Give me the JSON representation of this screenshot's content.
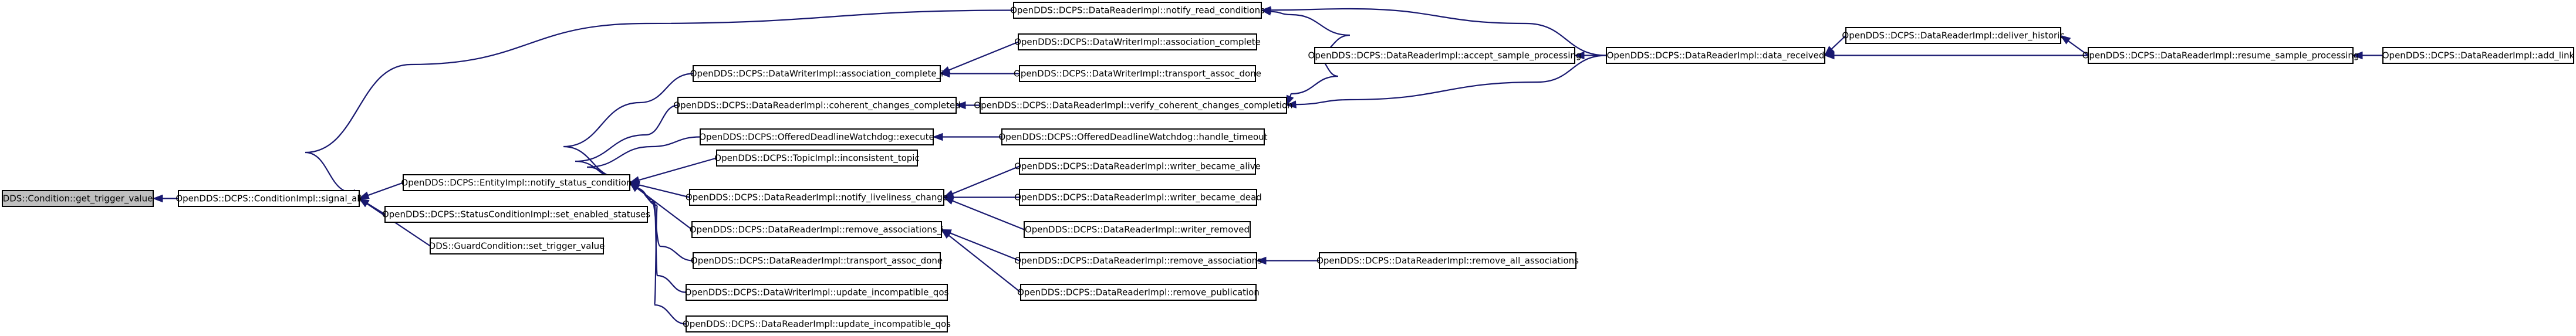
{
  "nodes": [
    {
      "id": "get_trigger_value",
      "label": "DDS::Condition::get_trigger_value",
      "root": true
    },
    {
      "id": "signal_all",
      "label": "OpenDDS::DCPS::ConditionImpl::signal_all"
    },
    {
      "id": "notify_status_condition",
      "label": "OpenDDS::DCPS::EntityImpl::notify_status_condition"
    },
    {
      "id": "set_enabled_statuses",
      "label": "OpenDDS::DCPS::StatusConditionImpl::set_enabled_statuses"
    },
    {
      "id": "set_trigger_value",
      "label": "DDS::GuardCondition::set_trigger_value"
    },
    {
      "id": "notify_read_conditions",
      "label": "OpenDDS::DCPS::DataReaderImpl::notify_read_conditions"
    },
    {
      "id": "association_complete_i",
      "label": "OpenDDS::DCPS::DataWriterImpl::association_complete_i"
    },
    {
      "id": "coherent_changes_completed",
      "label": "OpenDDS::DCPS::DataReaderImpl::coherent_changes_completed"
    },
    {
      "id": "offered_execute",
      "label": "OpenDDS::DCPS::OfferedDeadlineWatchdog::execute"
    },
    {
      "id": "inconsistent_topic",
      "label": "OpenDDS::DCPS::TopicImpl::inconsistent_topic"
    },
    {
      "id": "notify_liveliness_change",
      "label": "OpenDDS::DCPS::DataReaderImpl::notify_liveliness_change"
    },
    {
      "id": "remove_associations_i",
      "label": "OpenDDS::DCPS::DataReaderImpl::remove_associations_i"
    },
    {
      "id": "dr_transport_assoc_done",
      "label": "OpenDDS::DCPS::DataReaderImpl::transport_assoc_done"
    },
    {
      "id": "dw_update_incompatible_qos",
      "label": "OpenDDS::DCPS::DataWriterImpl::update_incompatible_qos"
    },
    {
      "id": "dr_update_incompatible_qos",
      "label": "OpenDDS::DCPS::DataReaderImpl::update_incompatible_qos"
    },
    {
      "id": "association_complete",
      "label": "OpenDDS::DCPS::DataWriterImpl::association_complete"
    },
    {
      "id": "dw_transport_assoc_done",
      "label": "OpenDDS::DCPS::DataWriterImpl::transport_assoc_done"
    },
    {
      "id": "verify_coherent_changes_completion",
      "label": "OpenDDS::DCPS::DataReaderImpl::verify_coherent_changes_completion"
    },
    {
      "id": "handle_timeout",
      "label": "OpenDDS::DCPS::OfferedDeadlineWatchdog::handle_timeout"
    },
    {
      "id": "writer_became_alive",
      "label": "OpenDDS::DCPS::DataReaderImpl::writer_became_alive"
    },
    {
      "id": "writer_became_dead",
      "label": "OpenDDS::DCPS::DataReaderImpl::writer_became_dead"
    },
    {
      "id": "writer_removed",
      "label": "OpenDDS::DCPS::DataReaderImpl::writer_removed"
    },
    {
      "id": "remove_associations",
      "label": "OpenDDS::DCPS::DataReaderImpl::remove_associations"
    },
    {
      "id": "remove_publication",
      "label": "OpenDDS::DCPS::DataReaderImpl::remove_publication"
    },
    {
      "id": "accept_sample_processing",
      "label": "OpenDDS::DCPS::DataReaderImpl::accept_sample_processing"
    },
    {
      "id": "remove_all_associations",
      "label": "OpenDDS::DCPS::DataReaderImpl::remove_all_associations"
    },
    {
      "id": "data_received",
      "label": "OpenDDS::DCPS::DataReaderImpl::data_received"
    },
    {
      "id": "deliver_historic",
      "label": "OpenDDS::DCPS::DataReaderImpl::deliver_historic"
    },
    {
      "id": "resume_sample_processing",
      "label": "OpenDDS::DCPS::DataReaderImpl::resume_sample_processing"
    },
    {
      "id": "add_link",
      "label": "OpenDDS::DCPS::DataReaderImpl::add_link"
    }
  ],
  "edges": [
    {
      "from": "signal_all",
      "to": "get_trigger_value"
    },
    {
      "from": "notify_status_condition",
      "to": "signal_all"
    },
    {
      "from": "set_enabled_statuses",
      "to": "signal_all"
    },
    {
      "from": "set_trigger_value",
      "to": "signal_all"
    },
    {
      "from": "notify_read_conditions",
      "to": "signal_all"
    },
    {
      "from": "association_complete_i",
      "to": "notify_status_condition"
    },
    {
      "from": "coherent_changes_completed",
      "to": "notify_status_condition"
    },
    {
      "from": "offered_execute",
      "to": "notify_status_condition"
    },
    {
      "from": "inconsistent_topic",
      "to": "notify_status_condition"
    },
    {
      "from": "notify_liveliness_change",
      "to": "notify_status_condition"
    },
    {
      "from": "remove_associations_i",
      "to": "notify_status_condition"
    },
    {
      "from": "dr_transport_assoc_done",
      "to": "notify_status_condition"
    },
    {
      "from": "dw_update_incompatible_qos",
      "to": "notify_status_condition"
    },
    {
      "from": "dr_update_incompatible_qos",
      "to": "notify_status_condition"
    },
    {
      "from": "association_complete",
      "to": "association_complete_i"
    },
    {
      "from": "dw_transport_assoc_done",
      "to": "association_complete_i"
    },
    {
      "from": "verify_coherent_changes_completion",
      "to": "coherent_changes_completed"
    },
    {
      "from": "handle_timeout",
      "to": "offered_execute"
    },
    {
      "from": "writer_became_alive",
      "to": "notify_liveliness_change"
    },
    {
      "from": "writer_became_dead",
      "to": "notify_liveliness_change"
    },
    {
      "from": "writer_removed",
      "to": "notify_liveliness_change"
    },
    {
      "from": "remove_associations",
      "to": "remove_associations_i"
    },
    {
      "from": "remove_publication",
      "to": "remove_associations_i"
    },
    {
      "from": "remove_all_associations",
      "to": "remove_associations"
    },
    {
      "from": "accept_sample_processing",
      "to": "notify_read_conditions"
    },
    {
      "from": "data_received",
      "to": "notify_read_conditions"
    },
    {
      "from": "accept_sample_processing",
      "to": "verify_coherent_changes_completion"
    },
    {
      "from": "data_received",
      "to": "verify_coherent_changes_completion"
    },
    {
      "from": "data_received",
      "to": "accept_sample_processing"
    },
    {
      "from": "deliver_historic",
      "to": "data_received"
    },
    {
      "from": "resume_sample_processing",
      "to": "data_received"
    },
    {
      "from": "resume_sample_processing",
      "to": "deliver_historic"
    },
    {
      "from": "add_link",
      "to": "resume_sample_processing"
    }
  ]
}
